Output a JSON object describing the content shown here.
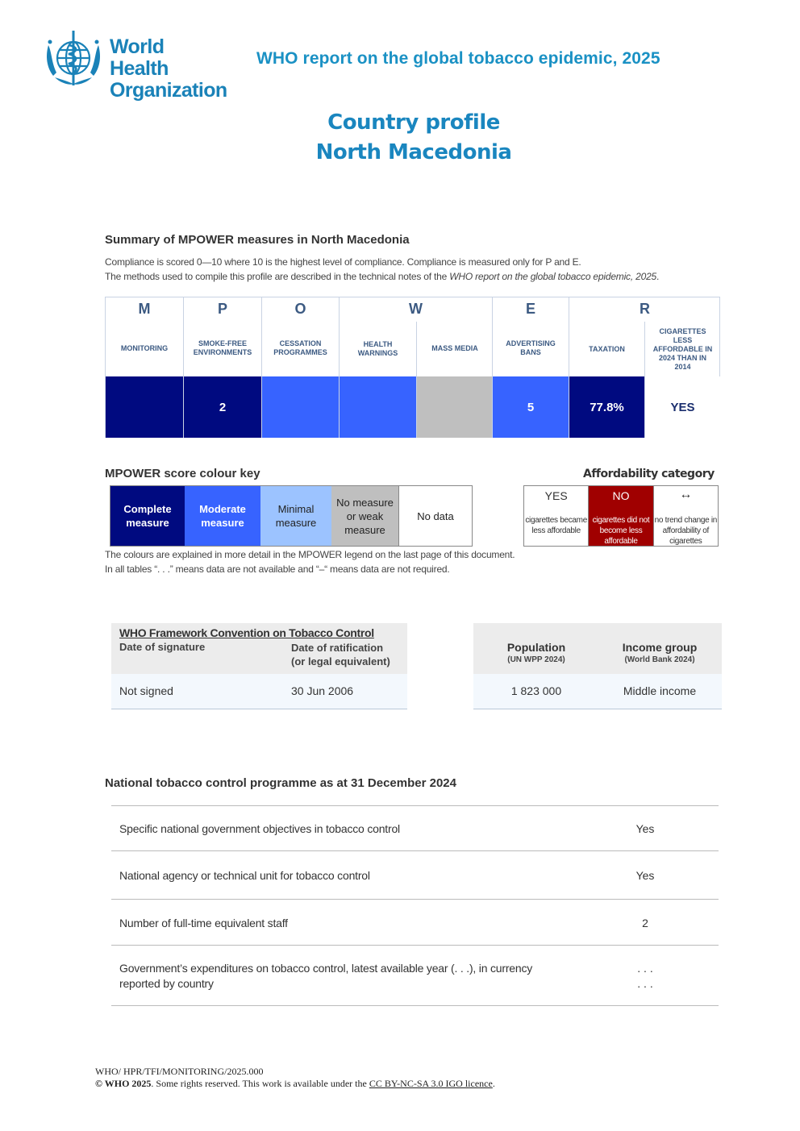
{
  "header": {
    "logo_line1": "World Health",
    "logo_line2": "Organization",
    "report_title": "WHO report on the global tobacco epidemic, 2025",
    "profile_line1": "Country profile",
    "profile_line2": "North Macedonia"
  },
  "summary": {
    "heading": "Summary of MPOWER measures in North Macedonia",
    "note1": "Compliance is scored 0—10 where 10 is the highest level of compliance. Compliance is measured only for P and E.",
    "note2_prefix": "The methods used to compile this profile are described in the technical notes of the ",
    "note2_italic": "WHO report on the global tobacco epidemic, 2025",
    "note2_suffix": ".",
    "letters": [
      "M",
      "P",
      "O",
      "W",
      "E",
      "R"
    ],
    "columns": [
      {
        "label": "MONITORING",
        "value": "",
        "color": "#000a80",
        "text_color": "#ffffff"
      },
      {
        "label": "SMOKE-FREE ENVIRONMENTS",
        "value": "2",
        "color": "#000a80",
        "text_color": "#ffffff"
      },
      {
        "label": "CESSATION PROGRAMMES",
        "value": "",
        "color": "#3763ff",
        "text_color": "#ffffff"
      },
      {
        "label": "HEALTH WARNINGS",
        "value": "",
        "color": "#3763ff",
        "text_color": "#ffffff"
      },
      {
        "label": "MASS MEDIA",
        "value": "",
        "color": "#bfbfbf",
        "text_color": "#ffffff"
      },
      {
        "label": "ADVERTISING BANS",
        "value": "5",
        "color": "#3763ff",
        "text_color": "#ffffff"
      },
      {
        "label": "TAXATION",
        "value": "77.8%",
        "color": "#000a80",
        "text_color": "#ffffff"
      },
      {
        "label": "CIGARETTES LESS AFFORDABLE IN 2024 THAN IN 2014",
        "value": "YES",
        "color": "#ffffff",
        "text_color": "#1a2e6e"
      }
    ]
  },
  "colour_key": {
    "heading": "MPOWER score colour key",
    "items": [
      {
        "label": "Complete measure",
        "color": "#000a80",
        "text_color": "#ffffff",
        "bold": true
      },
      {
        "label": "Moderate measure",
        "color": "#3763ff",
        "text_color": "#ffffff",
        "bold": true
      },
      {
        "label": "Minimal measure",
        "color": "#9cc3ff",
        "text_color": "#222222",
        "bold": false
      },
      {
        "label": "No measure or weak measure",
        "color": "#bfbfbf",
        "text_color": "#222222",
        "bold": false
      },
      {
        "label": "No data",
        "color": "#ffffff",
        "text_color": "#222222",
        "bold": false
      }
    ],
    "note1": "The colours are explained in more detail in the MPOWER legend on the last page of this document.",
    "note2": "In all tables “. . .” means data are not available and “–“ means data are not required."
  },
  "affordability": {
    "heading": "Affordability category",
    "items": [
      {
        "title": "YES",
        "desc": "cigarettes became less affordable",
        "color": "#ffffff",
        "text_color": "#333333"
      },
      {
        "title": "NO",
        "desc": "cigarettes did not become less affordable",
        "color": "#a00000",
        "text_color": "#ffffff"
      },
      {
        "title": "↔",
        "desc": "no trend change in affordability of cigarettes",
        "color": "#ffffff",
        "text_color": "#333333"
      }
    ]
  },
  "fctc": {
    "title": "WHO Framework Convention on Tobacco Control",
    "col1_header": "Date of signature",
    "col2_header_line1": "Date of ratification",
    "col2_header_line2": "(or legal equivalent)",
    "signature": "Not signed",
    "ratification": "30 Jun 2006"
  },
  "population": {
    "pop_header": "Population",
    "pop_source": "(UN WPP 2024)",
    "income_header": "Income group",
    "income_source": "(World Bank 2024)",
    "pop_value": "1 823 000",
    "income_value": "Middle income"
  },
  "programme": {
    "heading": "National tobacco control programme as at 31 December 2024",
    "rows": [
      {
        "label": "Specific national government objectives in tobacco control",
        "value": "Yes"
      },
      {
        "label": "National agency or technical unit for tobacco control",
        "value": "Yes"
      },
      {
        "label": "Number of full-time equivalent staff",
        "value": "2"
      }
    ],
    "expenditure_line1": "Government’s expenditures on tobacco control, latest available year (. . .), in currency",
    "expenditure_line2": "reported by country",
    "expenditure_value1": ". . .",
    "expenditure_value2": ". . ."
  },
  "footer": {
    "code": "WHO/ HPR/TFI/MONITORING/2025.000",
    "copyright": "© WHO 2025",
    "rights": ". Some rights reserved. This work is available under the ",
    "licence": "CC BY-NC-SA 3.0 IGO licence",
    "end": "."
  }
}
